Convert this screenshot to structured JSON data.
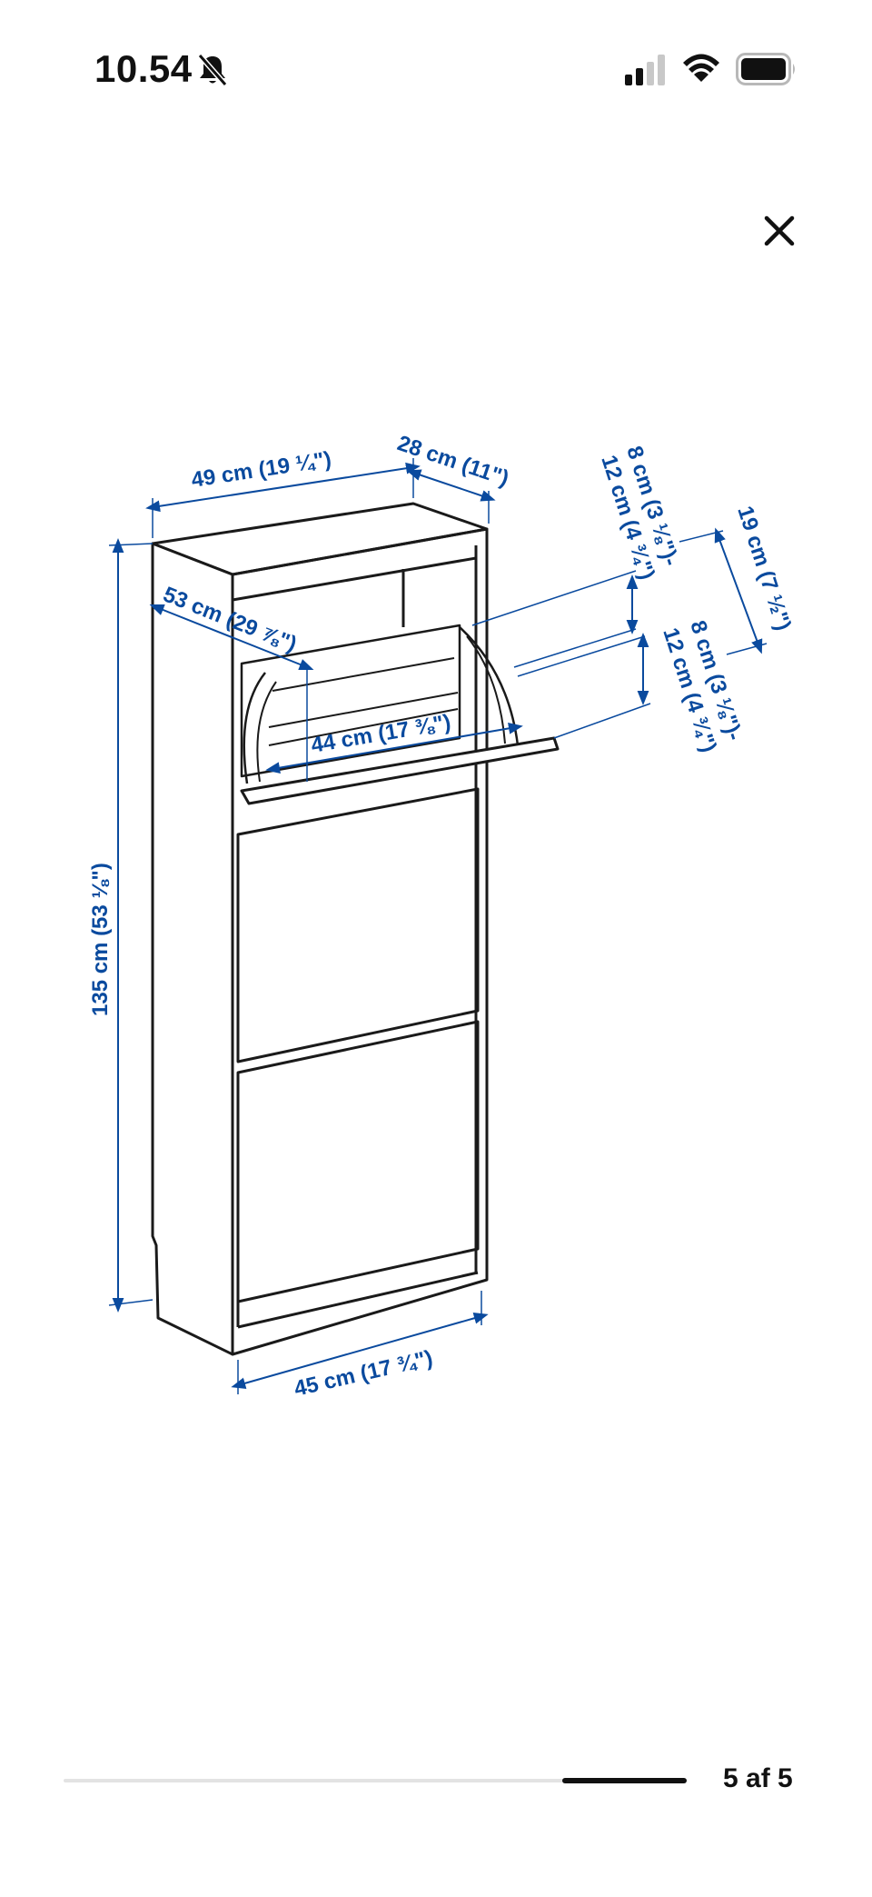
{
  "status_bar": {
    "time": "10.54",
    "mute_icon": "bell-slash-icon",
    "signal_icon": "cellular-signal-icon",
    "wifi_icon": "wifi-icon",
    "battery_icon": "battery-icon"
  },
  "viewer": {
    "close_icon": "close-icon",
    "image_description_note": "",
    "dimensions": {
      "width_top": "49 cm (19 ¼\")",
      "depth_top": "28 cm (11\")",
      "height_total": "135 cm (53 ⅛\")",
      "diagonal_inner": "53 cm (29 ⅞\")",
      "inner_width": "44 cm (17 ⅜\")",
      "compartment_upper_a": "8 cm (3 ⅛\")-",
      "compartment_upper_b": "12 cm (4 ¾\")",
      "compartment_lower_a": "8 cm (3 ⅛\")-",
      "compartment_lower_b": "12 cm (4 ¾\")",
      "door_depth": "19 cm (7 ½\")",
      "base_width": "45 cm (17 ¾\")"
    },
    "accent_color": "#0a4a9e",
    "line_color": "#1a1a1a"
  },
  "pager": {
    "label": "5 af 5",
    "current": 5,
    "total": 5
  }
}
